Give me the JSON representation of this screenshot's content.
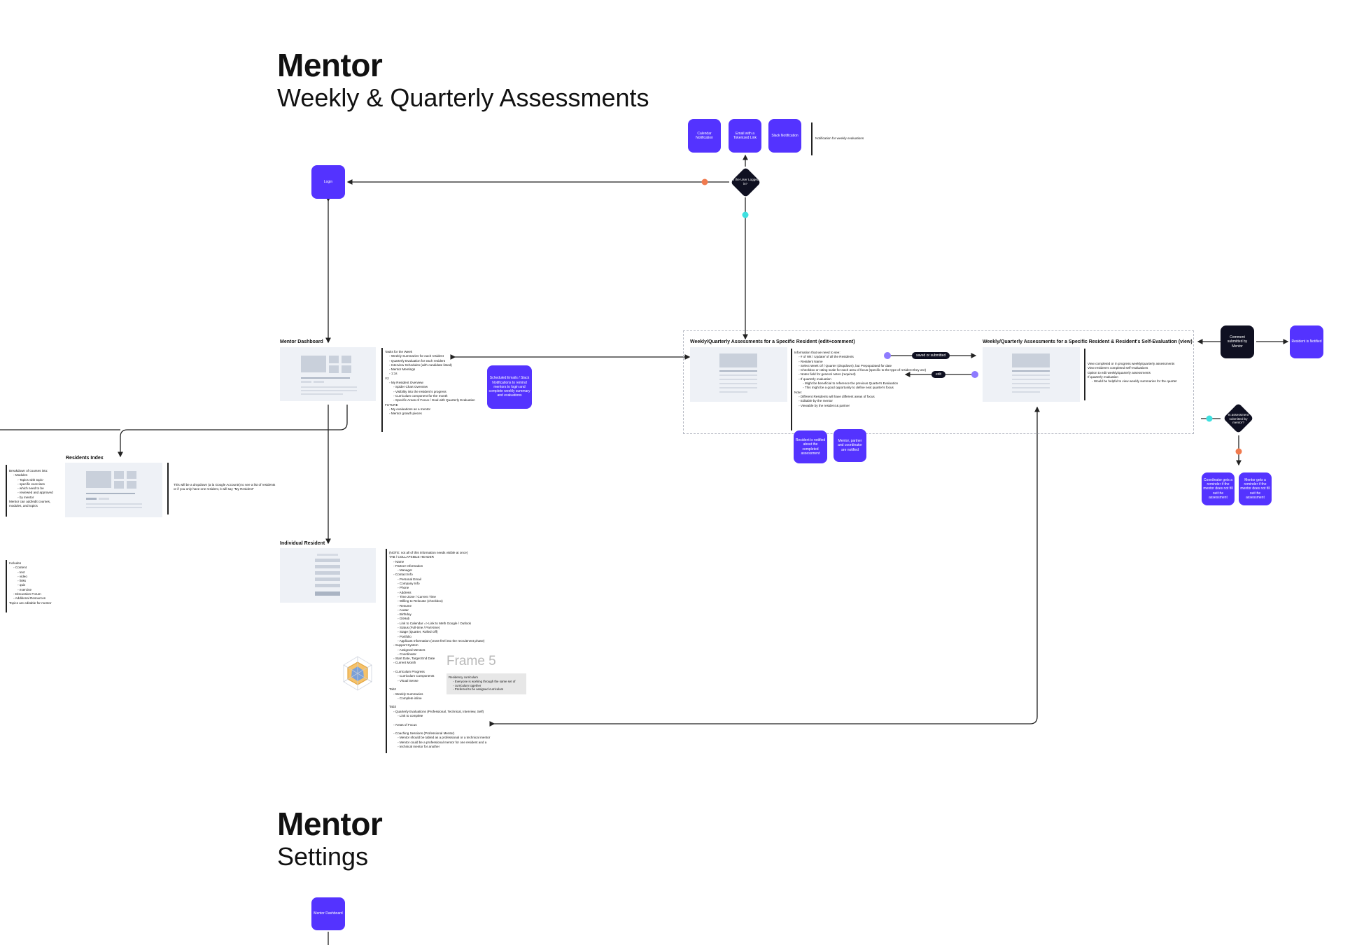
{
  "section1": {
    "title": "Mentor",
    "subtitle": "Weekly & Quarterly Assessments"
  },
  "section2": {
    "title": "Mentor",
    "subtitle": "Settings"
  },
  "colors": {
    "accent": "#5433ff",
    "dark": "#0f1021",
    "orange_dot": "#f07a4e",
    "cyan_dot": "#3ee0e0",
    "violet_dot": "#8e7bff"
  },
  "nodes": {
    "calendar": "Calendar Notification",
    "email": "Email with a Tokenized Link",
    "slack": "Slack Notification",
    "login": "Login",
    "scheduled": "Scheduled Emails / Slack Notifications to remind mentors to login and complete weekly summary and evaluations",
    "resident_notified_completed": "Resident is notified about the completed assessment",
    "mentor_partner_notified": "Mentor, partner and coordinator are notified",
    "comment_submitted": "Comment submitted by Mentor",
    "resident_notified": "Resident is Notified",
    "coordinator_reminder": "Coordinator gets a reminder if the mentor does not fill out the assessment",
    "mentor_reminder": "Mentor gets a reminder if the mentor does not fill out the assessment",
    "settings_dashboard": "Mentor Dashboard"
  },
  "decisions": {
    "logged_in": "Is the User Logged in?",
    "assessment_submitted": "Is assessment submitted by mentor?"
  },
  "pills": {
    "saved": "saved or submitted",
    "edit": "edit"
  },
  "notes": {
    "notification": "Notification for weekly evaluations",
    "dropdown": "This will be a dropdown (a la Google Accounts) to see a list of residents or if you only have one resident, it will say \"My Resident\""
  },
  "frames": {
    "dashboard": "Mentor Dashboard",
    "residents_index": "Residents Index",
    "individual": "Individual Resident",
    "weekly_edit": "Weekly/Quarterly Assessments for a Specific Resident (edit+comment)",
    "weekly_view": "Weekly/Quarterly Assessments for a Specific Resident & Resident's Self-Evaluation (view)",
    "frame5": "Frame 5"
  },
  "dashboard_notes": [
    "Tasks for the Week",
    "  Weekly Summaries for each resident",
    "  Quarterly Evaluation for each resident",
    "  Interview Schedules (with candidate listed)",
    "  Mentor Meetings",
    "  1:1s",
    "V2",
    "  My Resident Overview",
    "    Spider Chart Overview",
    "    Visibility into the resident's progress",
    "    Curriculum component for the month",
    "    Specific Areas of Focus / Goal with Quarterly Evaluation",
    "FUTURE",
    "  My evaluations as a mentor",
    "  Mentor growth pieces"
  ],
  "weekly_edit_notes": [
    "Information that we need to see:",
    "  # of Wk / Update/ of all the Residents",
    "  Resident Name",
    "  Select Week Of / Quarter (dropdown), but Prepopulated for date",
    "  Checkbox or rating scale for each area of focus (specific to the type of resident they are)",
    "  Notes field for general notes (required)",
    "  If quarterly evaluation",
    "    Might be beneficial to reference the previous Quarter's Evaluation",
    "    This might be a good opportunity to define next quarter's focus",
    "Note:",
    "  Different Residents will have different areas of focus",
    "  Editable by the mentor",
    "  Viewable by the resident & partner"
  ],
  "weekly_view_notes": [
    "View completed or in progress weekly/quarterly assessments",
    "View resident's completed self-evaluations",
    "Option to edit weekly/quarterly assessments",
    "If quarterly evaluation",
    "  Would be helpful to view weekly summaries for the quarter"
  ],
  "residents_notes": [
    "Breakdown of courses into:",
    "  Modules",
    "    Topics with topic-",
    "    specific exercises",
    "    which need to be",
    "    reviewed and approved",
    "    by mentor",
    "Mentor can add/edit courses,",
    "modules, and topics"
  ],
  "left_lower_notes": [
    "Includes",
    "  Content",
    "    text",
    "    video",
    "    links",
    "    quiz",
    "    exercise",
    "  Discussion Forum",
    "  Additional Resources",
    "Topics are editable for mentor"
  ],
  "individual_notes": [
    "(NOTE: not all of this information needs visible at once)",
    "TAB / COLLAPSIBLE HEADER",
    "  Name",
    "  Partner Information",
    "    Manager",
    "  Contact Info",
    "    Personal Email",
    "    Company Info",
    "    Phone",
    "    Address",
    "    Time Zone / Current Time",
    "    Willing to Relocate (checkbox)",
    "    Resume",
    "    Avatar",
    "    Birthday",
    "    GitHub",
    "    Link to Calendar => Link to Meth Google / Outlook",
    "    Status (Full-time / Part-time)",
    "    Stage (Quarter, Rolled Off)",
    "    Portfolio",
    "    Applicant Information (cross-feel into the recruitment phase)",
    "  Support System",
    "    Assigned Mentors",
    "    Coordinator",
    "  Start Date, Target End Date",
    "  Current Month",
    "",
    "  Curriculum Progress",
    "    Curriculum Components",
    "    Visual Sense",
    "",
    "Tab2",
    "  Weekly Summaries",
    "    Complete inline",
    "",
    "Tab3",
    "  Quarterly Evaluations (Professional, Technical, Interview, Self)",
    "    Link to complete",
    "",
    "  Areas of Focus",
    "",
    "  Coaching Sessions (Professional Mentor)",
    "    Mentor should be tabled as a professional or a technical mentor",
    "    Mentor could be a professional mentor for one resident and a",
    "    technical mentor for another"
  ],
  "frame5_callout": [
    "Residency curriculum",
    "  Everyone is working through the same set of",
    "  curriculum together",
    "  Preferred to be assigned curriculum"
  ]
}
